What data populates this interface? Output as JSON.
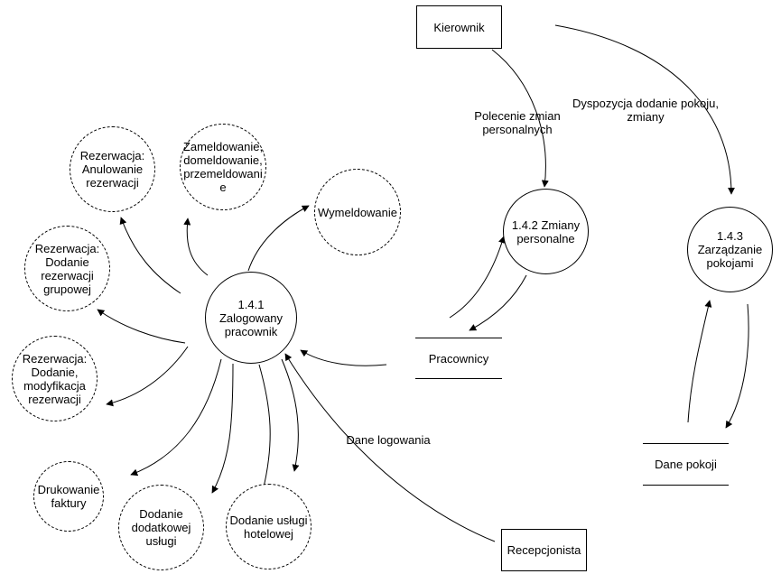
{
  "externals": {
    "kierownik": "Kierownik",
    "recepcjonista": "Recepcjonista"
  },
  "processes": {
    "p141": "1.4.1\nZalogowany\npracownik",
    "p142": "1.4.2 Zmiany\npersonalne",
    "p143": "1.4.3\nZarządzanie\npokojami"
  },
  "sub_processes": {
    "anulowanie": "Rezerwacja:\nAnulowanie\nrezerwacji",
    "zameldowanie": "Zameldowanie,\ndomeldowanie,\nprzemeldowani\ne",
    "wymeldowanie": "Wymeldowanie",
    "grupowa": "Rezerwacja:\nDodanie\nrezerwacji\ngrupowej",
    "modyfikacja": "Rezerwacja:\nDodanie,\nmodyfikacja\nrezerwacji",
    "faktura": "Drukowanie\nfaktury",
    "dodatkowa": "Dodanie\ndodatkowej\nusługi",
    "hotelowa": "Dodanie usługi\nhotelowej"
  },
  "stores": {
    "pracownicy": "Pracownicy",
    "dane_pokoji": "Dane pokoji"
  },
  "flows": {
    "polecenie": "Polecenie zmian\npersonalnych",
    "dyspozycja": "Dyspozycja dodanie pokoju,\nzmiany",
    "logowanie": "Dane logowania"
  }
}
